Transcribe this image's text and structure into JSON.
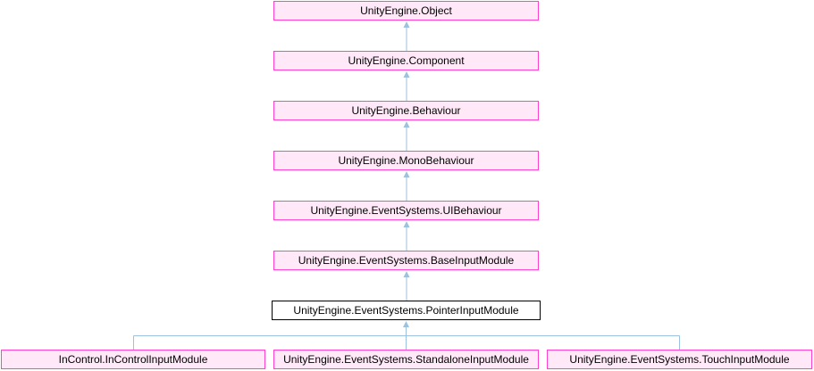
{
  "diagram": {
    "kind": "class-inheritance-graph",
    "colors": {
      "background": "#ffffff",
      "node_border": "#ff40d0",
      "node_fill": "#ffe9f9",
      "current_node_border": "#000000",
      "current_node_fill": "#ffffff",
      "edge": "#9cc2e0",
      "text": "#000000"
    },
    "nodes": [
      {
        "label": "UnityEngine.Object",
        "current": false
      },
      {
        "label": "UnityEngine.Component",
        "current": false
      },
      {
        "label": "UnityEngine.Behaviour",
        "current": false
      },
      {
        "label": "UnityEngine.MonoBehaviour",
        "current": false
      },
      {
        "label": "UnityEngine.EventSystems.UIBehaviour",
        "current": false
      },
      {
        "label": "UnityEngine.EventSystems.BaseInputModule",
        "current": false
      },
      {
        "label": "UnityEngine.EventSystems.PointerInputModule",
        "current": true
      },
      {
        "label": "InControl.InControlInputModule",
        "current": false
      },
      {
        "label": "UnityEngine.EventSystems.StandaloneInputModule",
        "current": false
      },
      {
        "label": "UnityEngine.EventSystems.TouchInputModule",
        "current": false
      }
    ],
    "edges": [
      {
        "from": "UnityEngine.Component",
        "to": "UnityEngine.Object"
      },
      {
        "from": "UnityEngine.Behaviour",
        "to": "UnityEngine.Component"
      },
      {
        "from": "UnityEngine.MonoBehaviour",
        "to": "UnityEngine.Behaviour"
      },
      {
        "from": "UnityEngine.EventSystems.UIBehaviour",
        "to": "UnityEngine.MonoBehaviour"
      },
      {
        "from": "UnityEngine.EventSystems.BaseInputModule",
        "to": "UnityEngine.EventSystems.UIBehaviour"
      },
      {
        "from": "UnityEngine.EventSystems.PointerInputModule",
        "to": "UnityEngine.EventSystems.BaseInputModule"
      },
      {
        "from": "InControl.InControlInputModule",
        "to": "UnityEngine.EventSystems.PointerInputModule"
      },
      {
        "from": "UnityEngine.EventSystems.StandaloneInputModule",
        "to": "UnityEngine.EventSystems.PointerInputModule"
      },
      {
        "from": "UnityEngine.EventSystems.TouchInputModule",
        "to": "UnityEngine.EventSystems.PointerInputModule"
      }
    ]
  }
}
